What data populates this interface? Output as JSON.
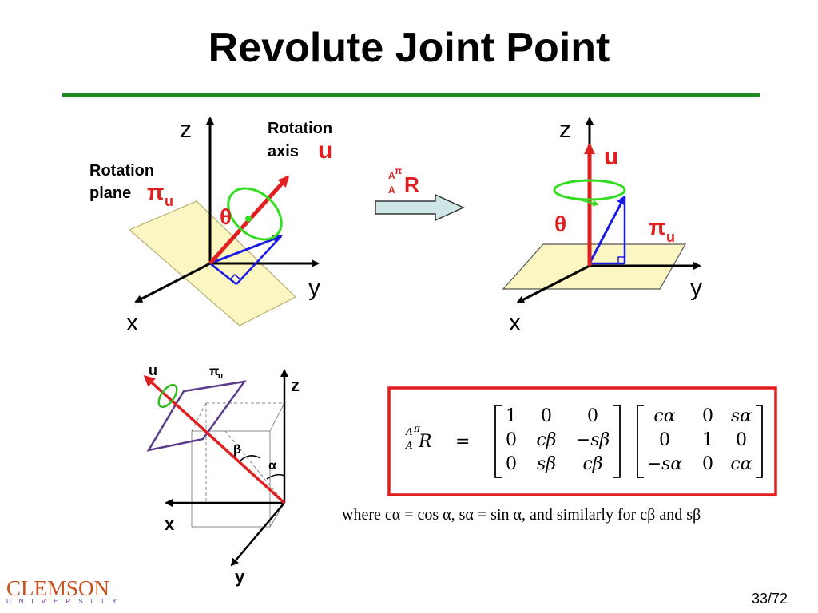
{
  "slide": {
    "title": "Revolute Joint Point",
    "page": "33/72"
  },
  "left_diagram": {
    "axis_z": "z",
    "axis_y": "y",
    "axis_x": "x",
    "rotation_axis_label": "Rotation",
    "rotation_axis_label2": "axis",
    "axis_symbol": "u",
    "rotation_plane_label": "Rotation",
    "rotation_plane_label2": "plane",
    "plane_symbol": "π",
    "plane_subscript": "u",
    "angle_symbol": "θ"
  },
  "transform_arrow": {
    "symbol": "R",
    "superscript": "π",
    "presuper": "A",
    "presub": "A"
  },
  "right_diagram": {
    "axis_z": "z",
    "axis_y": "y",
    "axis_x": "x",
    "axis_symbol": "u",
    "angle_symbol": "θ",
    "plane_symbol": "π",
    "plane_subscript": "u"
  },
  "bottom_diagram": {
    "axis_z": "z",
    "axis_x": "x",
    "axis_y": "y",
    "axis_symbol": "u",
    "plane_symbol": "π",
    "plane_subscript": "u",
    "beta": "β",
    "alpha": "α"
  },
  "equation": {
    "lhs_main": "R",
    "lhs_sup": "π",
    "lhs_presup": "A",
    "lhs_presub": "A",
    "equals": "=",
    "matrix1": [
      [
        "1",
        "0",
        "0"
      ],
      [
        "0",
        "cβ",
        "−sβ"
      ],
      [
        "0",
        "sβ",
        "cβ"
      ]
    ],
    "matrix2": [
      [
        "cα",
        "0",
        "sα"
      ],
      [
        "0",
        "1",
        "0"
      ],
      [
        "−sα",
        "0",
        "cα"
      ]
    ],
    "where_text": "where cα = cos α, sα = sin α, and similarly for cβ and sβ"
  },
  "logo": {
    "word": "CLEMSON",
    "sub": "UNIVERSITY"
  },
  "colors": {
    "accent_green": "#1c8a1c",
    "axis_red": "#e02020",
    "vector_blue": "#1a1ae6",
    "ring_green": "#33dd22",
    "plane_fill": "#fbf6c2",
    "box_red": "#e21b1b",
    "clemson_orange": "#c8501e",
    "clemson_purple": "#6a2c91"
  }
}
